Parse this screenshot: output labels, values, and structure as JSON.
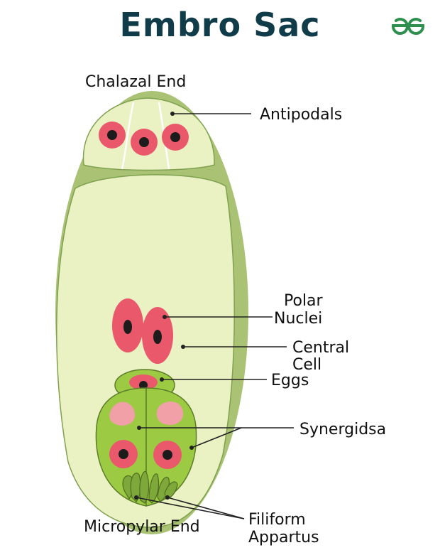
{
  "title": "Embro Sac",
  "labels": {
    "chalazal_end": "Chalazal End",
    "antipodals": "Antipodals",
    "polar": "Polar",
    "nuclei": "Nuclei",
    "central": "Central",
    "cell": "Cell",
    "eggs": "Eggs",
    "synergids": "Synergidsa",
    "filiform": "Filiform",
    "appartus": "Appartus",
    "micropylar_end": "Micropylar End"
  },
  "colors": {
    "title": "#103c4a",
    "logo": "#2f8f4f",
    "outer_wall": "#a9c274",
    "inner": "#eaf1c2",
    "synergid": "#9ccb43",
    "nucleus": "#e9586b",
    "nucleolus": "#1c1c1c",
    "vacuole": "#f2a0a8",
    "leader": "#222222"
  },
  "icons": {
    "logo": "geeksforgeeks-logo-icon"
  }
}
